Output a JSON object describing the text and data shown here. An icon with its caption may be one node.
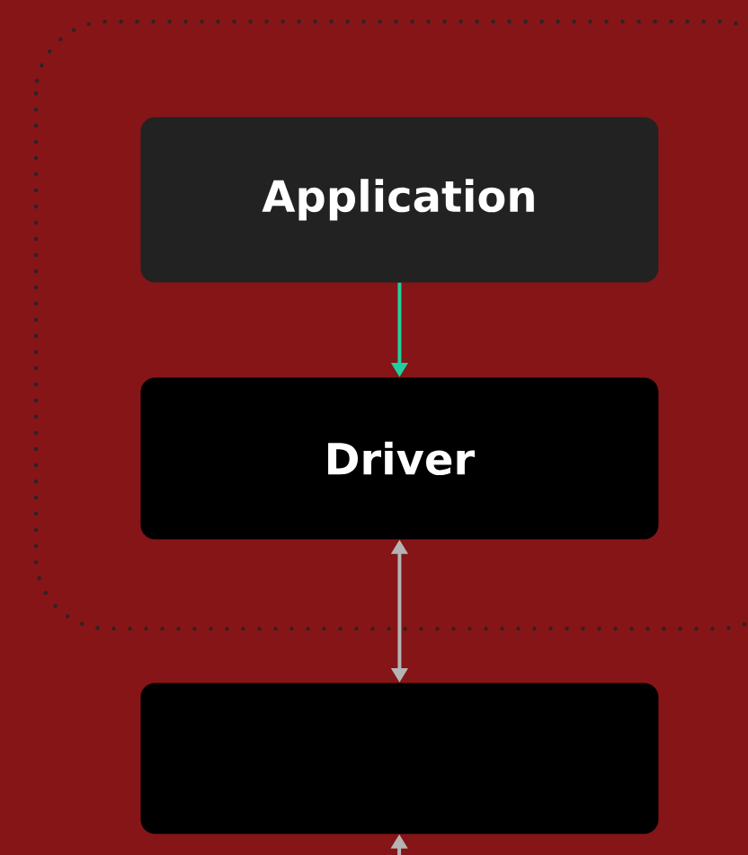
{
  "diagram": {
    "nodes": [
      {
        "text": [
          "Application"
        ]
      },
      {
        "text": [
          "Driver"
        ]
      },
      {
        "text": [],
        "shape": "box"
      }
    ],
    "edges": [
      {
        "from": 0,
        "to": 1,
        "arrow": "to",
        "color": "#1fcf9f"
      },
      {
        "from": 1,
        "to": 2,
        "arrow": "both"
      },
      {
        "from": null,
        "to": 2,
        "arrow": "to"
      }
    ]
  }
}
